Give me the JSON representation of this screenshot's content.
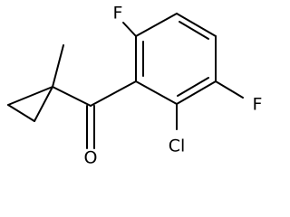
{
  "molecule": {
    "atoms": {
      "f_top": "F",
      "f_right": "F",
      "cl": "Cl",
      "o": "O"
    }
  }
}
